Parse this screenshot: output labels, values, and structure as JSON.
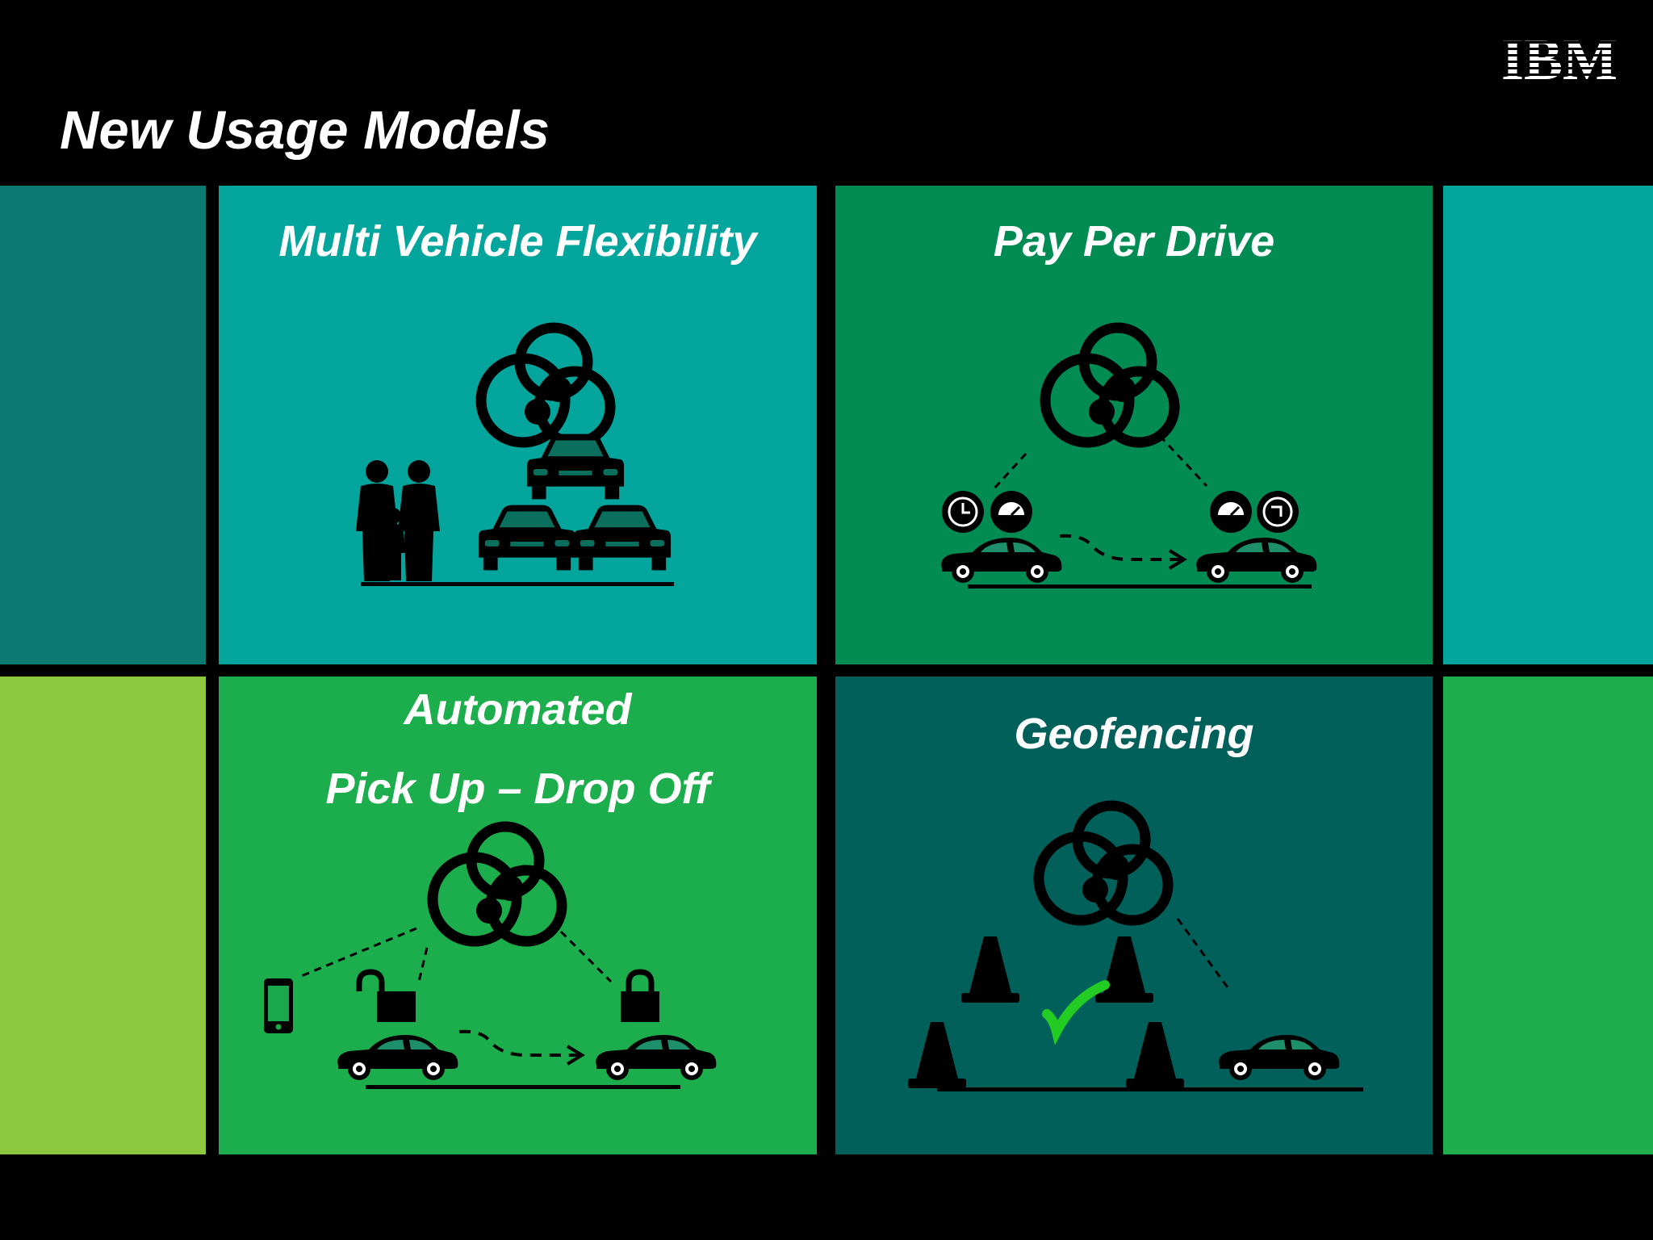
{
  "slide": {
    "title": "New Usage Models",
    "logo_text": "IBM"
  },
  "tiles": [
    {
      "title": "Multi Vehicle Flexibility"
    },
    {
      "title": "Pay Per Drive"
    },
    {
      "title_line1": "Automated",
      "title_line2": "Pick Up – Drop Off"
    },
    {
      "title": "Geofencing"
    }
  ],
  "colors": {
    "background": "#000000",
    "teal": "#04a59c",
    "dark_teal": "#0b7a72",
    "green": "#028c54",
    "bright_green": "#1cad4c",
    "lime": "#8dc63f",
    "deep_teal": "#02605a",
    "checkmark": "#22cc22",
    "icon": "#000000"
  }
}
